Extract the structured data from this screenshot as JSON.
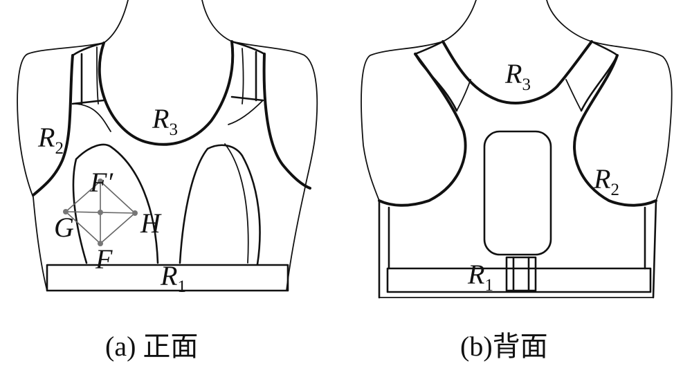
{
  "front": {
    "caption": "(a) 正面",
    "r1": {
      "base": "R",
      "sub": "1"
    },
    "r2": {
      "base": "R",
      "sub": "2"
    },
    "r3": {
      "base": "R",
      "sub": "3"
    },
    "points": {
      "f_prime": "F′",
      "g": "G",
      "h": "H",
      "f": "F"
    }
  },
  "back": {
    "caption": "(b)背面",
    "r1": {
      "base": "R",
      "sub": "1"
    },
    "r2": {
      "base": "R",
      "sub": "2"
    },
    "r3": {
      "base": "R",
      "sub": "3"
    }
  }
}
